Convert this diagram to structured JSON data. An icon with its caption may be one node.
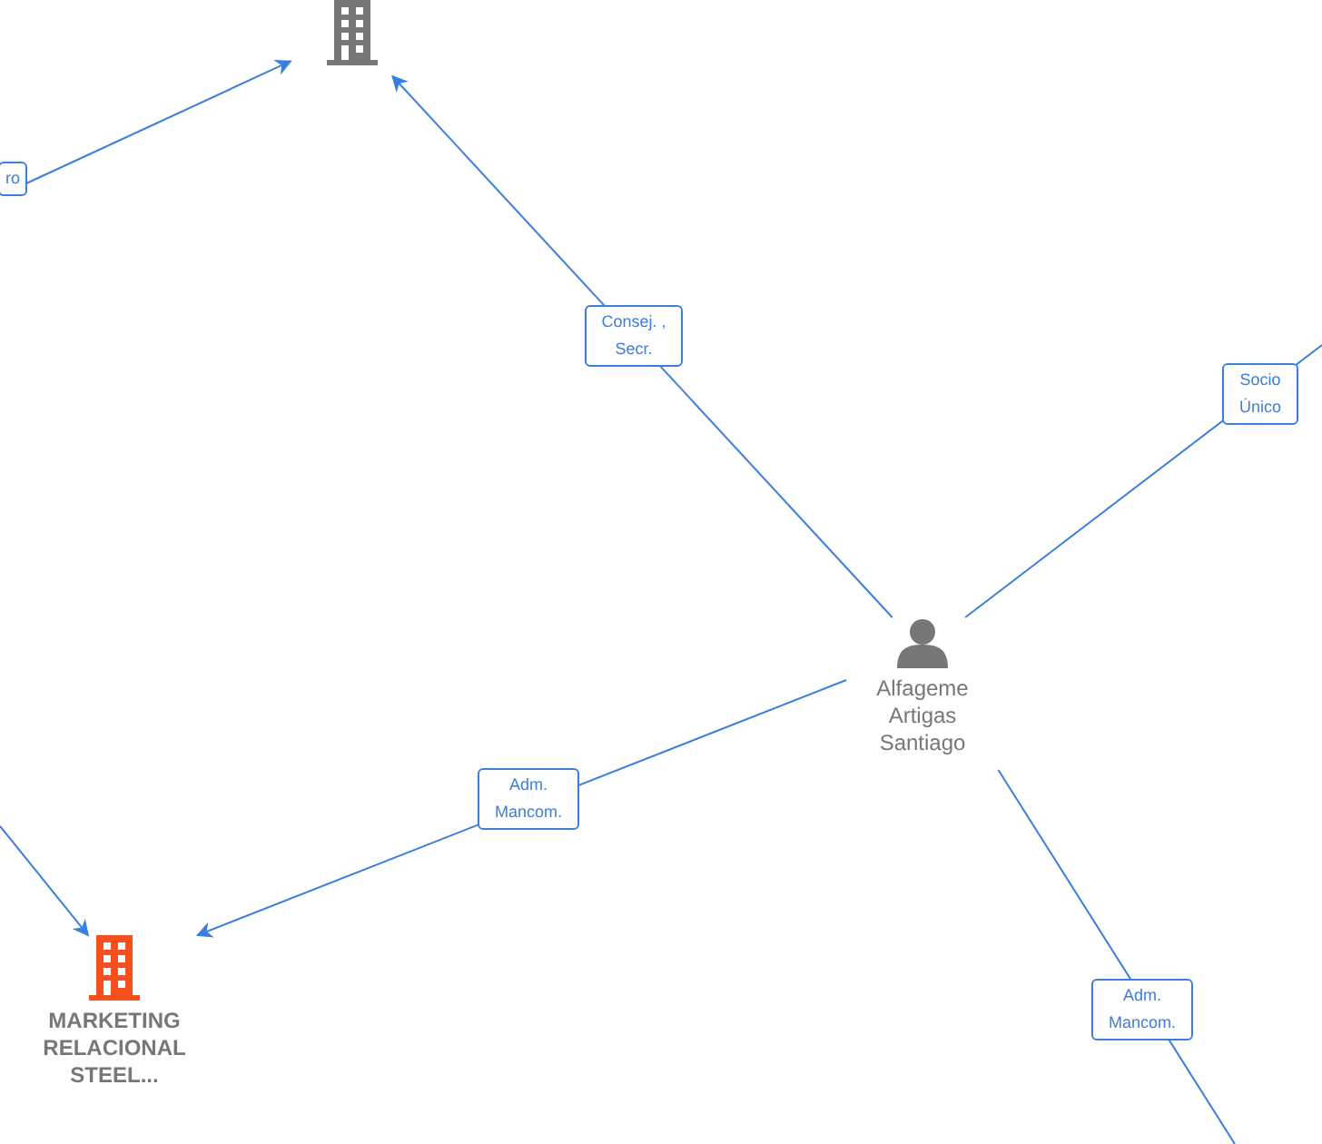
{
  "diagram": {
    "nodes": [
      {
        "text": [],
        "shape": "building"
      },
      {
        "text": [
          "MARKETING RELACIONAL STEEL..."
        ]
      },
      {
        "text": [
          "Alfageme Artigas Santiago"
        ]
      }
    ],
    "edges": [
      {
        "from": null,
        "to": 0,
        "arrow": "to",
        "label": "ro"
      },
      {
        "from": 2,
        "to": 0,
        "arrow": "to",
        "label": "Consej. , Secr."
      },
      {
        "from": 2,
        "to": null,
        "arrow": "none",
        "label": "Socio Único"
      },
      {
        "from": 2,
        "to": 1,
        "arrow": "to",
        "label": "Adm. Mancom."
      },
      {
        "from": 2,
        "to": null,
        "arrow": "none",
        "label": "Adm. Mancom."
      },
      {
        "from": null,
        "to": 1,
        "arrow": "to"
      }
    ]
  }
}
